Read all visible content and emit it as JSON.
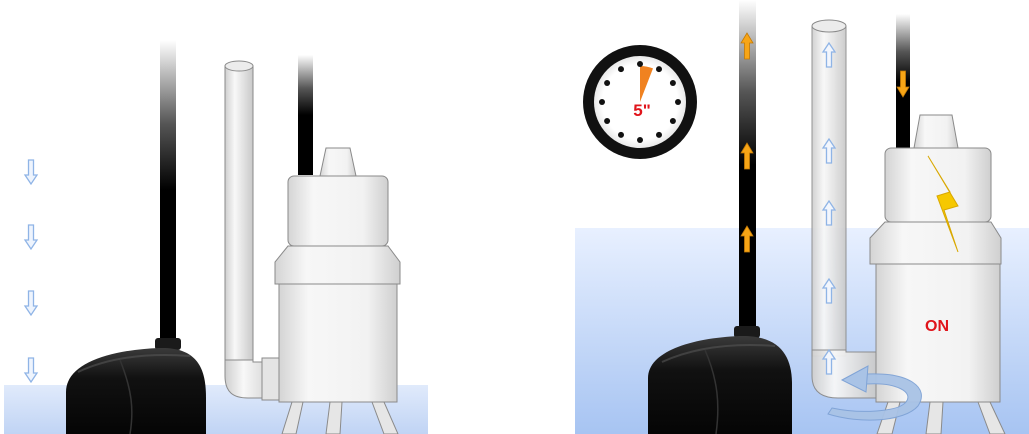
{
  "left_panel": {
    "state": "water-low"
  },
  "right_panel": {
    "state": "water-high",
    "timer_label": "5\"",
    "pump_status_label": "ON"
  },
  "colors": {
    "water_top": "#e6efff",
    "water_bottom": "#9bbcf0",
    "pump_body": "#f0f0f0",
    "pump_outline": "#8a8a8a",
    "float_switch": "#0f0f0f",
    "cable": "#000000",
    "flow_arrow": "#f7a516",
    "down_arrow": "#9cc0ea",
    "lightning": "#f6c800",
    "status_text": "#e0141b",
    "timer_accent": "#f08220"
  },
  "icons": [
    "clock-timer-icon",
    "lightning-bolt-icon",
    "arrow-up-icon",
    "arrow-down-icon",
    "circular-flow-arrow-icon"
  ]
}
